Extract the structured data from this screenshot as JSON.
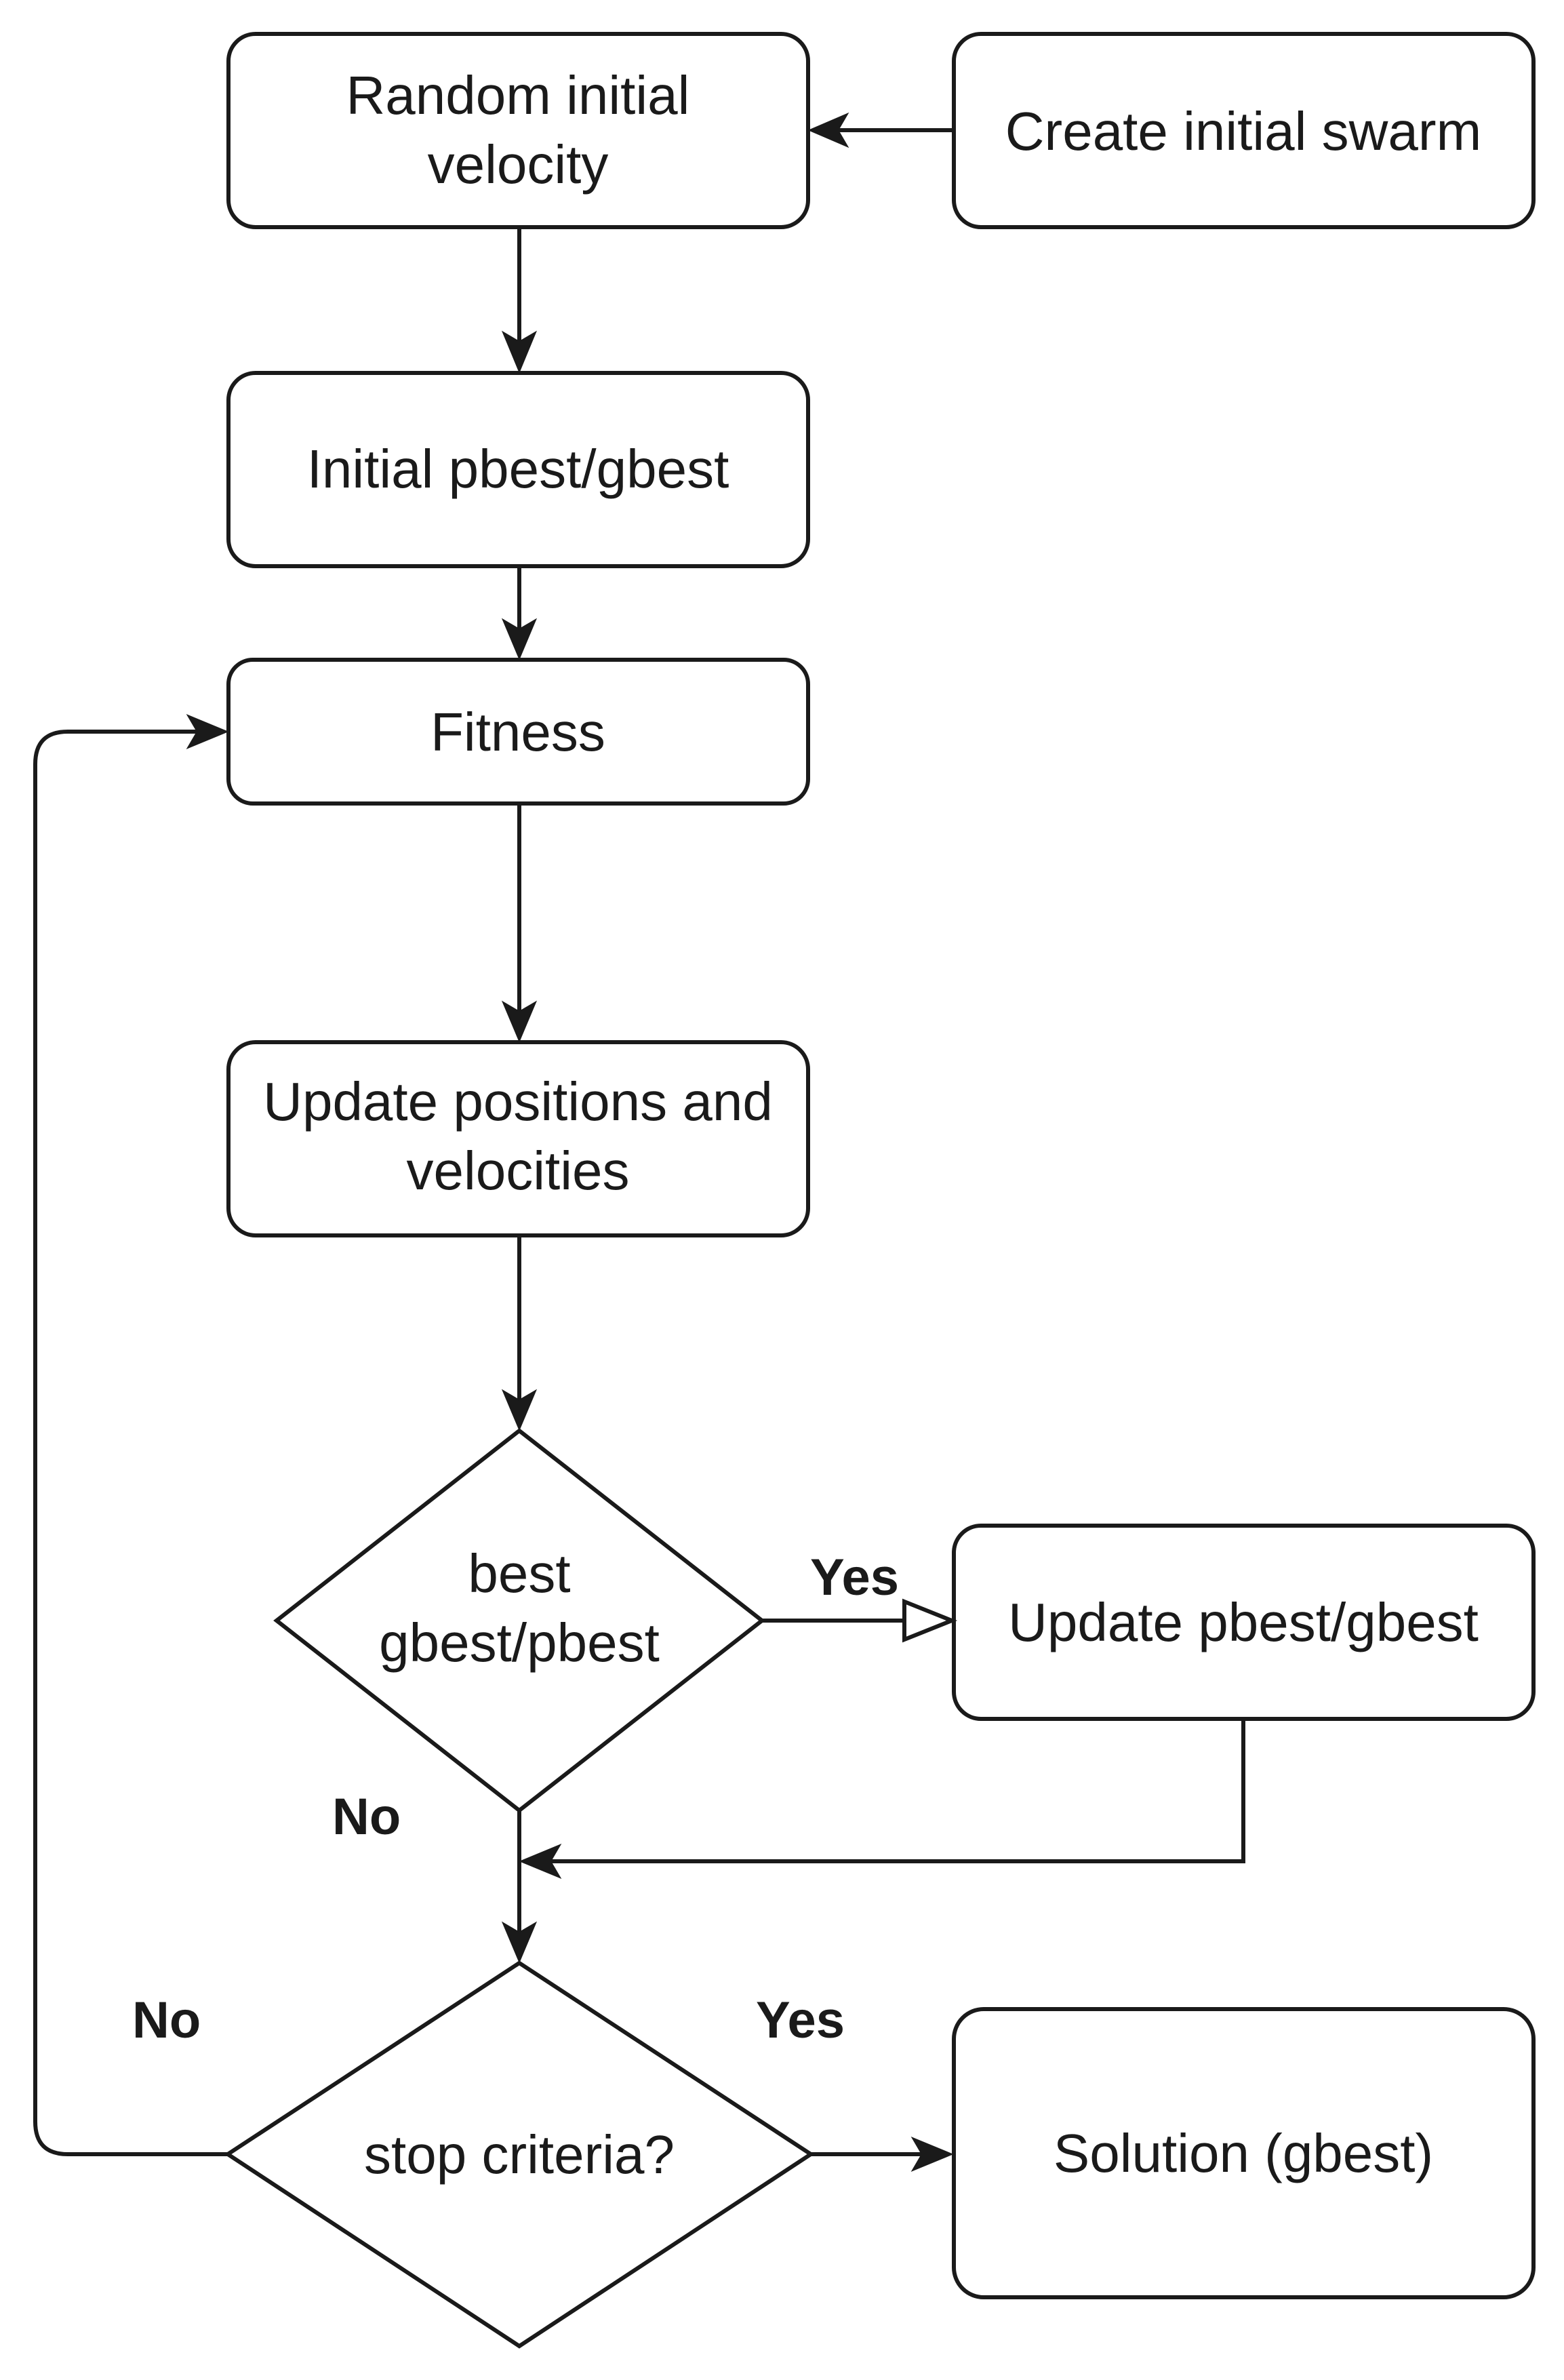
{
  "nodes": {
    "random_velocity": {
      "line1": "Random initial",
      "line2": "velocity"
    },
    "create_swarm": {
      "label": "Create initial swarm"
    },
    "initial_best": {
      "label": "Initial pbest/gbest"
    },
    "fitness": {
      "label": "Fitness"
    },
    "update_positions": {
      "line1": "Update positions and",
      "line2": "velocities"
    },
    "best_decision": {
      "line1": "best",
      "line2": "gbest/pbest"
    },
    "update_best": {
      "label": "Update pbest/gbest"
    },
    "stop_decision": {
      "label": "stop criteria?"
    },
    "solution": {
      "label": "Solution (gbest)"
    }
  },
  "edge_labels": {
    "best_yes": "Yes",
    "best_no": "No",
    "stop_no": "No",
    "stop_yes": "Yes"
  }
}
